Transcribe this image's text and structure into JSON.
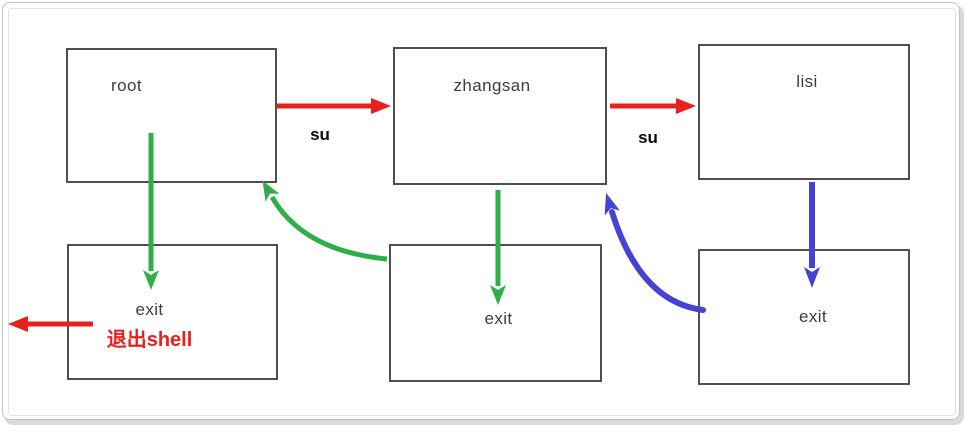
{
  "colors": {
    "red": "#e8211d",
    "green": "#2fae4a",
    "blue": "#4642d4",
    "box_border": "#4f4f4f",
    "label_text": "#3a3d44",
    "su_text": "#0b0b0b",
    "note_text": "#e8211d",
    "frame_border": "#c2c2c2",
    "frame_inner_line": "#e3e3e3",
    "background": "#ffffff"
  },
  "nodes": {
    "root": {
      "label": "root"
    },
    "zhangsan": {
      "label": "zhangsan"
    },
    "lisi": {
      "label": "lisi"
    },
    "exit_root": {
      "label": "exit",
      "note": "退出shell"
    },
    "exit_zhangsan": {
      "label": "exit"
    },
    "exit_lisi": {
      "label": "exit"
    }
  },
  "edges": [
    {
      "id": "su-root-to-zhangsan",
      "label": "su",
      "from": "root",
      "to": "zhangsan",
      "color": "red",
      "shape": "straight-right"
    },
    {
      "id": "su-zhangsan-to-lisi",
      "label": "su",
      "from": "zhangsan",
      "to": "lisi",
      "color": "red",
      "shape": "straight-right"
    },
    {
      "id": "exit-shell-out",
      "from": "exit_root",
      "to": "outside-left",
      "color": "red",
      "shape": "straight-left"
    },
    {
      "id": "root-to-exit",
      "from": "root",
      "to": "exit_root",
      "color": "green",
      "shape": "straight-down"
    },
    {
      "id": "zhangsan-to-exit",
      "from": "zhangsan",
      "to": "exit_zhangsan",
      "color": "green",
      "shape": "straight-down"
    },
    {
      "id": "exit-back-to-root",
      "from": "exit_zhangsan",
      "to": "root",
      "color": "green",
      "shape": "curve-up-left"
    },
    {
      "id": "lisi-to-exit",
      "from": "lisi",
      "to": "exit_lisi",
      "color": "blue",
      "shape": "straight-down"
    },
    {
      "id": "exit-back-to-zhangsan",
      "from": "exit_lisi",
      "to": "zhangsan",
      "color": "blue",
      "shape": "curve-up-left"
    }
  ]
}
